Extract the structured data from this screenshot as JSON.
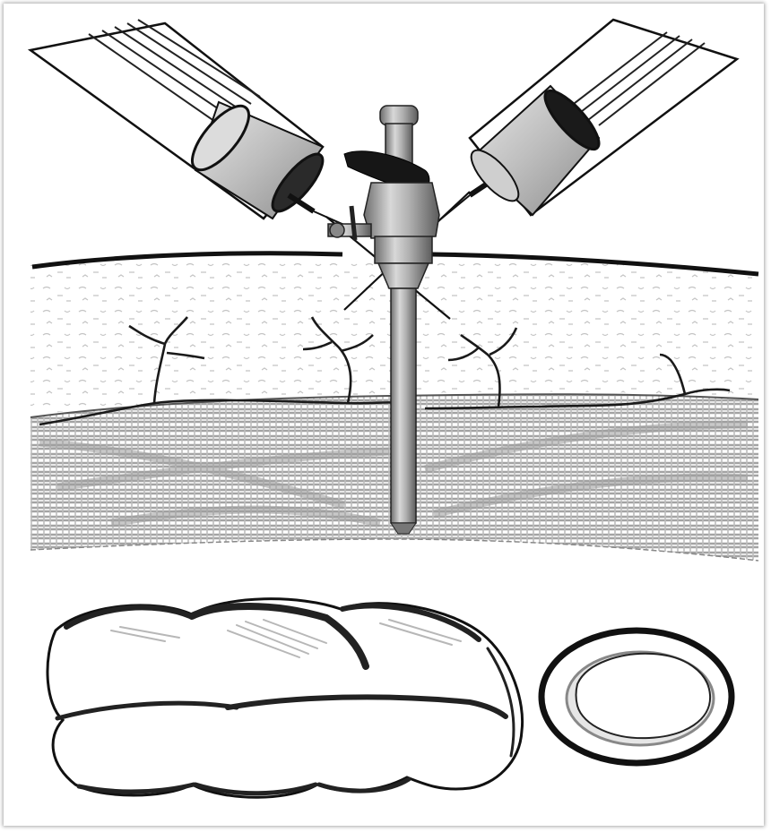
{
  "figure": {
    "kind": "medical-illustration",
    "style": "pencil-sketch-grayscale",
    "objects": [
      "laparoscope-left",
      "laparoscope-right",
      "trocar",
      "skin-layer",
      "subcutaneous-vessels",
      "fascia-layer",
      "bowel-loops",
      "bowel-cross-section"
    ],
    "colors": {
      "ink": "#111111",
      "metal": "#9a9a9a",
      "hatch_gray": "#a8a8a8",
      "light_gray": "#c8c8c8",
      "background": "#ffffff"
    }
  }
}
